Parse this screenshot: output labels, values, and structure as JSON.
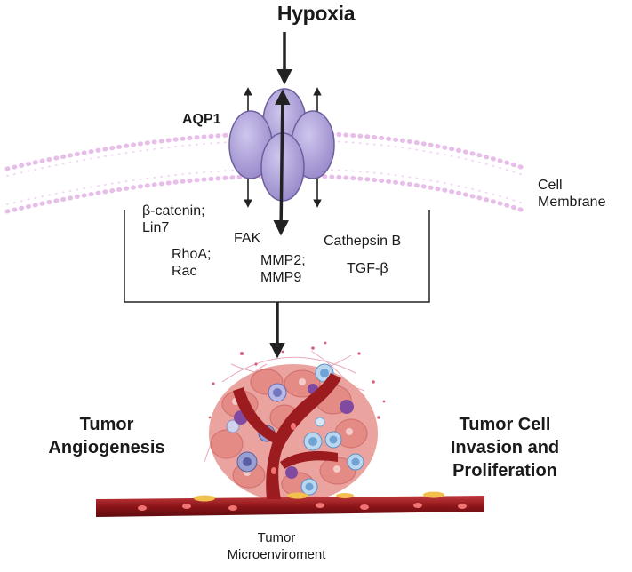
{
  "title": "Hypoxia",
  "protein_label": "AQP1",
  "membrane_label_line1": "Cell",
  "membrane_label_line2": "Membrane",
  "mediators": {
    "bcatenin_line1": "β-catenin;",
    "bcatenin_line2": "Lin7",
    "rhoa_line1": "RhoA;",
    "rhoa_line2": "Rac",
    "fak": "FAK",
    "mmp_line1": "MMP2;",
    "mmp_line2": "MMP9",
    "cathepsin": "Cathepsin B",
    "tgf": "TGF-β"
  },
  "outcomes": {
    "left_line1": "Tumor",
    "left_line2": "Angiogenesis",
    "right_line1": "Tumor Cell",
    "right_line2": "Invasion and",
    "right_line3": "Proliferation"
  },
  "microenv_line1": "Tumor",
  "microenv_line2": "Microenviroment",
  "colors": {
    "membrane": "#e7bdea",
    "protein_fill": "#b1a5d8",
    "protein_stroke": "#6d5f9c",
    "vessel": "#9c1b1f",
    "tumor": "#e79a95",
    "arrow": "#222222"
  },
  "icons": [
    "arrow-down-icon",
    "membrane-icon",
    "aqp1-channel-icon",
    "blood-vessel-icon",
    "tumor-cluster-icon"
  ]
}
